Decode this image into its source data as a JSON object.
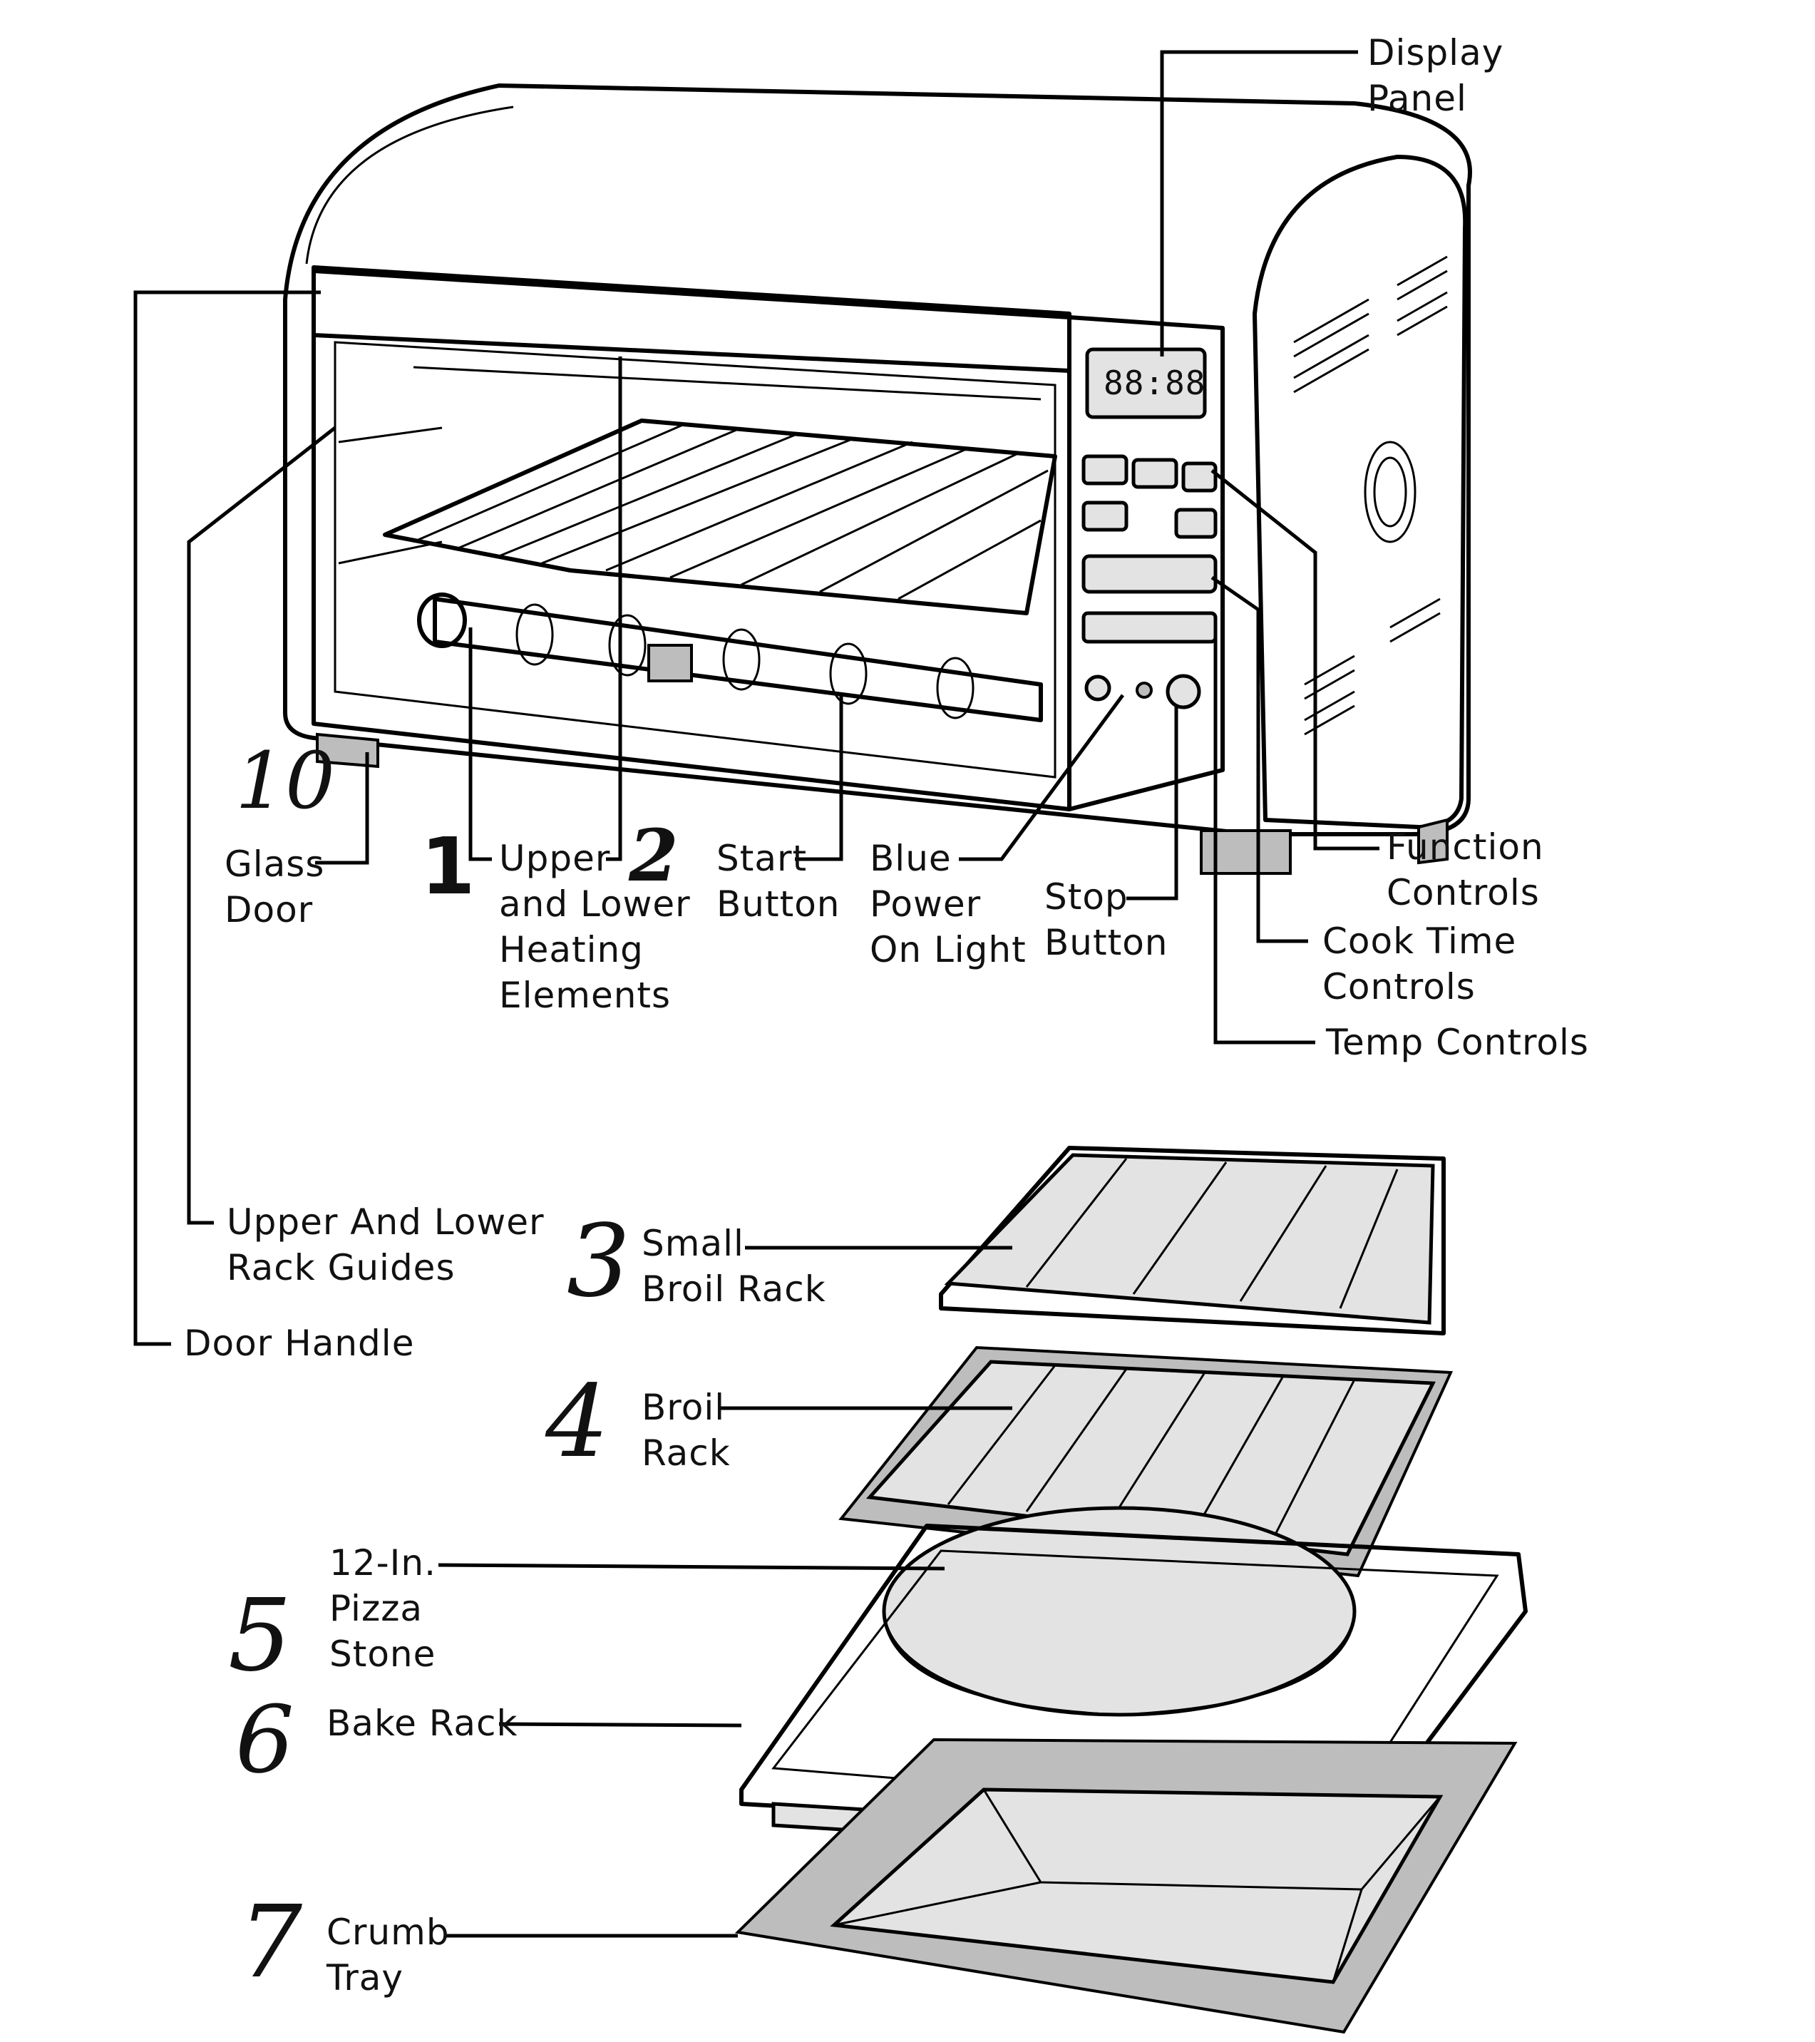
{
  "display_readout": "88:88",
  "callouts": {
    "display_panel": [
      "Display",
      "Panel"
    ],
    "glass_door": [
      "Glass",
      "Door"
    ],
    "heating_elements": [
      "Upper",
      "and Lower",
      "Heating",
      "Elements"
    ],
    "start_button": [
      "Start",
      "Button"
    ],
    "blue_power_light": [
      "Blue",
      "Power",
      "On Light"
    ],
    "stop_button": [
      "Stop",
      "Button"
    ],
    "function_controls": [
      "Function",
      "Controls"
    ],
    "cook_time_controls": [
      "Cook Time",
      "Controls"
    ],
    "temp_controls": [
      "Temp Controls"
    ],
    "rack_guides": [
      "Upper And Lower",
      "Rack Guides"
    ],
    "door_handle": [
      "Door Handle"
    ],
    "small_broil_rack": [
      "Small",
      "Broil Rack"
    ],
    "broil_rack": [
      "Broil",
      "Rack"
    ],
    "pizza_stone": [
      "12-In.",
      "Pizza",
      "Stone"
    ],
    "bake_rack": [
      "Bake Rack"
    ],
    "crumb_tray": [
      "Crumb",
      "Tray"
    ]
  },
  "numbers": {
    "n10": "10",
    "n1": "1",
    "n2": "2",
    "n3": "3",
    "n4": "4",
    "n5": "5",
    "n6": "6",
    "n7": "7"
  }
}
